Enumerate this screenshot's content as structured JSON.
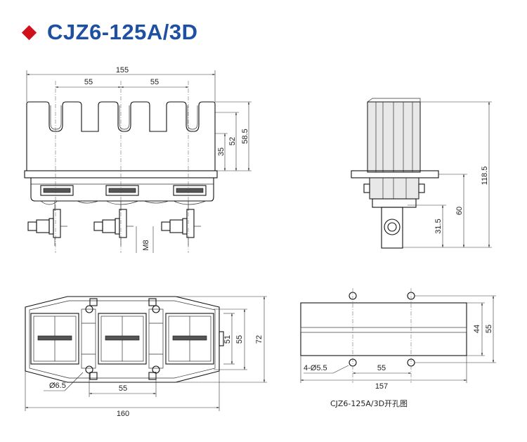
{
  "title": "CJZ6-125A/3D",
  "colors": {
    "title": "#1d4fa3",
    "bullet": "#d0111b"
  },
  "front_view": {
    "width": "155",
    "pitch_left": "55",
    "pitch_right": "55",
    "h1": "35",
    "h2": "52",
    "h3": "58.5",
    "thread": "M8"
  },
  "side_view": {
    "height": "118.5",
    "h_mid": "60",
    "h_low": "31.5"
  },
  "top_view": {
    "width": "160",
    "pitch": "55",
    "height": "72",
    "h_inner": "55",
    "h_inner2": "51",
    "hole": "Ø6.5"
  },
  "cutout": {
    "width": "157",
    "pitch": "55",
    "height": "55",
    "h_inner": "44",
    "holes": "4-Ø5.5",
    "caption": "CJZ6-125A/3D开孔图"
  }
}
